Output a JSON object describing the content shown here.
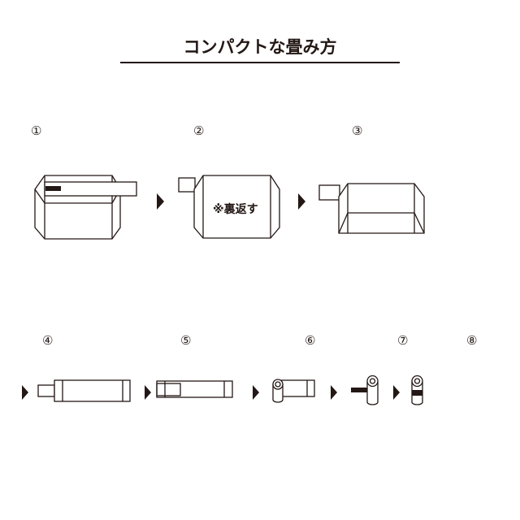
{
  "title": "コンパクトな畳み方",
  "steps": [
    "①",
    "②",
    "③",
    "④",
    "⑤",
    "⑥",
    "⑦",
    "⑧"
  ],
  "step2_note": "※裏返す",
  "colors": {
    "ink": "#231815",
    "background": "#ffffff"
  }
}
